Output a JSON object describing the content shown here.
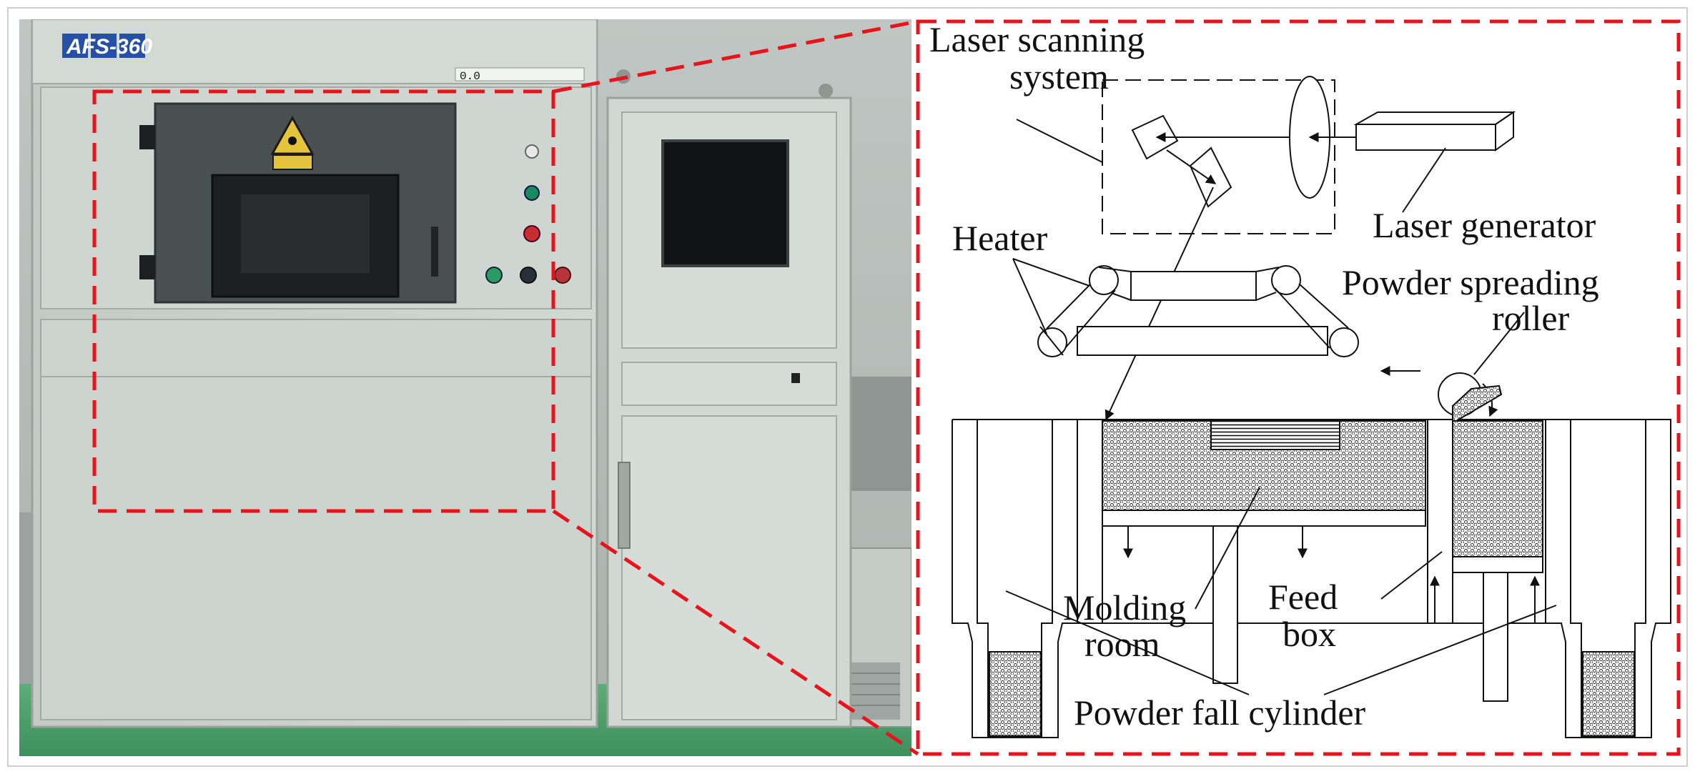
{
  "photo": {
    "model_label": "AFS-360",
    "display_text": "0.0"
  },
  "diagram": {
    "labels": {
      "laser_scanning_line1": "Laser scanning",
      "laser_scanning_line2": "system",
      "laser_generator": "Laser generator",
      "heater": "Heater",
      "powder_spreading_line1": "Powder spreading",
      "powder_spreading_line2": "roller",
      "molding_line1": "Molding",
      "molding_line2": "room",
      "feed_line1": "Feed",
      "feed_line2": "box",
      "powder_fall": "Powder fall cylinder"
    }
  },
  "colors": {
    "callout": "#e8141c",
    "machine_body": "#c9d0cb",
    "wall": "#b3b9b6",
    "floor": "#4aa06a",
    "stroke": "#111111"
  }
}
